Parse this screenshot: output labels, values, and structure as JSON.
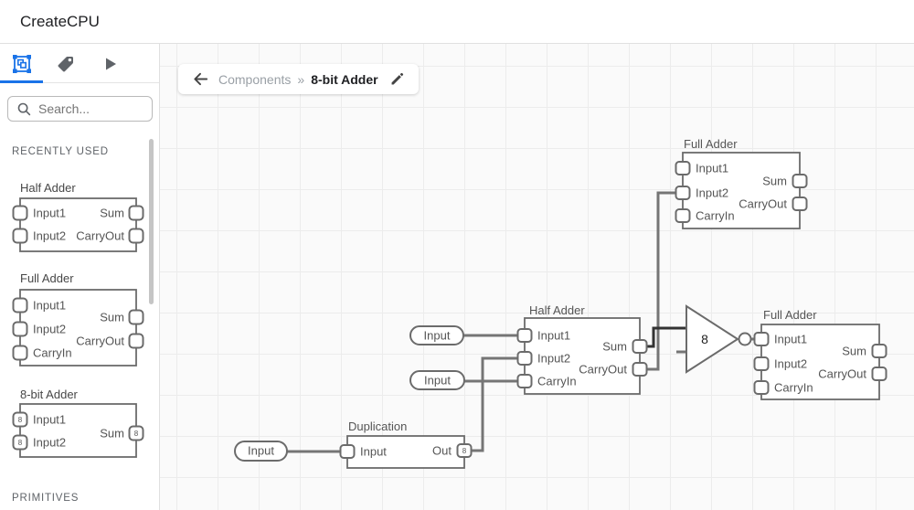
{
  "colors": {
    "accent_blue": "#1a73e8",
    "wire_gray": "#757575",
    "wire_dark": "#333333",
    "outline_gray": "#6b6b6b"
  },
  "header": {
    "title": "CreateCPU"
  },
  "sidebar": {
    "search": {
      "placeholder": "Search..."
    },
    "sections": {
      "recently_used": "RECENTLY USED",
      "primitives": "PRIMITIVES"
    },
    "items": [
      {
        "name": "Half Adder",
        "ports_left": [
          "Input1",
          "Input2"
        ],
        "ports_right": [
          "Sum",
          "CarryOut"
        ]
      },
      {
        "name": "Full Adder",
        "ports_left": [
          "Input1",
          "Input2",
          "CarryIn"
        ],
        "ports_right": [
          "Sum",
          "CarryOut"
        ]
      },
      {
        "name": "8-bit Adder",
        "ports_left": [
          "Input1",
          "Input2"
        ],
        "ports_right": [
          "Sum"
        ],
        "bus_width": "8"
      }
    ]
  },
  "breadcrumb": {
    "parent": "Components",
    "separator": "»",
    "current": "8-bit Adder"
  },
  "canvas": {
    "nodes": {
      "full_adder_top": {
        "label": "Full Adder",
        "in": [
          "Input1",
          "Input2",
          "CarryIn"
        ],
        "out": [
          "Sum",
          "CarryOut"
        ]
      },
      "half_adder": {
        "label": "Half Adder",
        "in": [
          "Input1",
          "Input2",
          "CarryIn"
        ],
        "out": [
          "Sum",
          "CarryOut"
        ]
      },
      "full_adder_right": {
        "label": "Full Adder",
        "in": [
          "Input1",
          "Input2",
          "CarryIn"
        ],
        "out": [
          "Sum",
          "CarryOut"
        ]
      },
      "duplication": {
        "label": "Duplication",
        "in": [
          "Input"
        ],
        "out": [
          "Out"
        ],
        "out_width": "8"
      },
      "gate": {
        "bus_width": "8"
      },
      "input_pills": [
        "Input",
        "Input",
        "Input"
      ]
    }
  }
}
